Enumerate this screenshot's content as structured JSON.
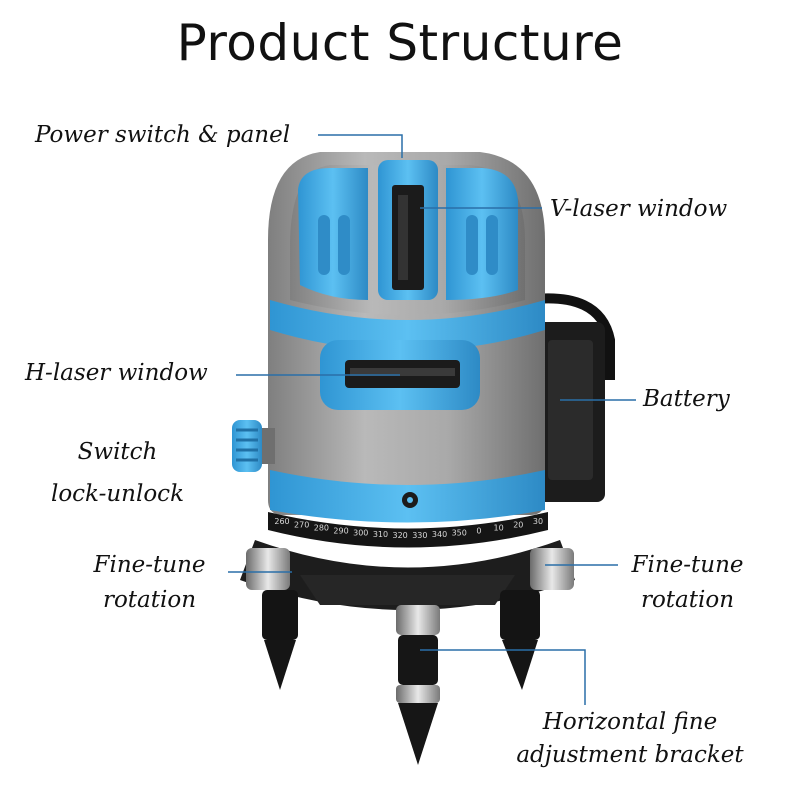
{
  "title": "Product Structure",
  "labels": {
    "power_switch": "Power switch & panel",
    "v_laser": "V-laser window",
    "h_laser": "H-laser window",
    "battery": "Battery",
    "switch_line1": "Switch",
    "switch_line2": "lock-unlock",
    "fine_tune_left_line1": "Fine-tune",
    "fine_tune_left_line2": "rotation",
    "fine_tune_right_line1": "Fine-tune",
    "fine_tune_right_line2": "rotation",
    "bracket_line1": "Horizontal fine",
    "bracket_line2": "adjustment bracket"
  },
  "scale_marks": [
    "260",
    "270",
    "280",
    "290",
    "300",
    "310",
    "320",
    "330",
    "340",
    "350",
    "0",
    "10",
    "20",
    "30"
  ],
  "colors": {
    "accent": "#3aa6e0",
    "body_gray": "#9c9c9c",
    "dark": "#1a1a1a",
    "callout_line": "#2a6fa8"
  }
}
